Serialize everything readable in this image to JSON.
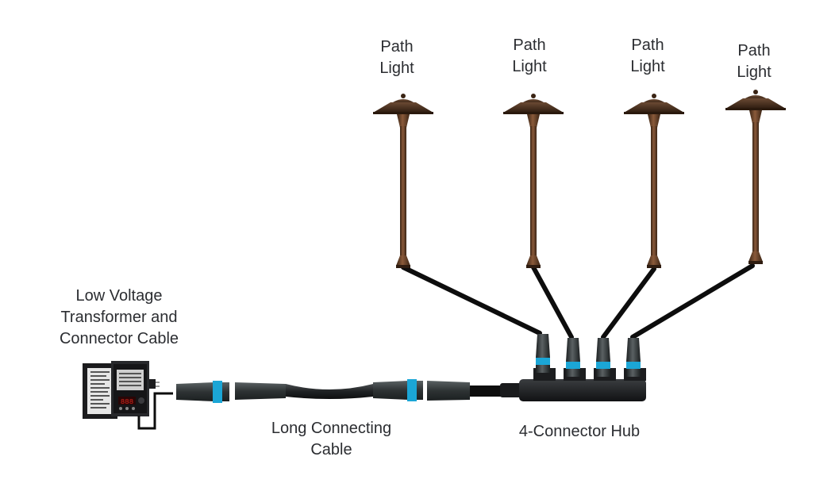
{
  "labels": {
    "path_light_1": "Path\nLight",
    "path_light_2": "Path\nLight",
    "path_light_3": "Path\nLight",
    "path_light_4": "Path\nLight",
    "transformer": "Low Voltage\nTransformer and\nConnector Cable",
    "cable": "Long Connecting\nCable",
    "hub": "4-Connector Hub"
  },
  "transformer_display": "888",
  "colors": {
    "bronze": "#5a3b26",
    "bronze_dark": "#3a2414",
    "cable": "#0d0d0d",
    "connector_body": "#343a3b",
    "connector_accent": "#1ba6d6",
    "transformer_box": "#1b1b1d",
    "display_red": "#d9261c"
  }
}
